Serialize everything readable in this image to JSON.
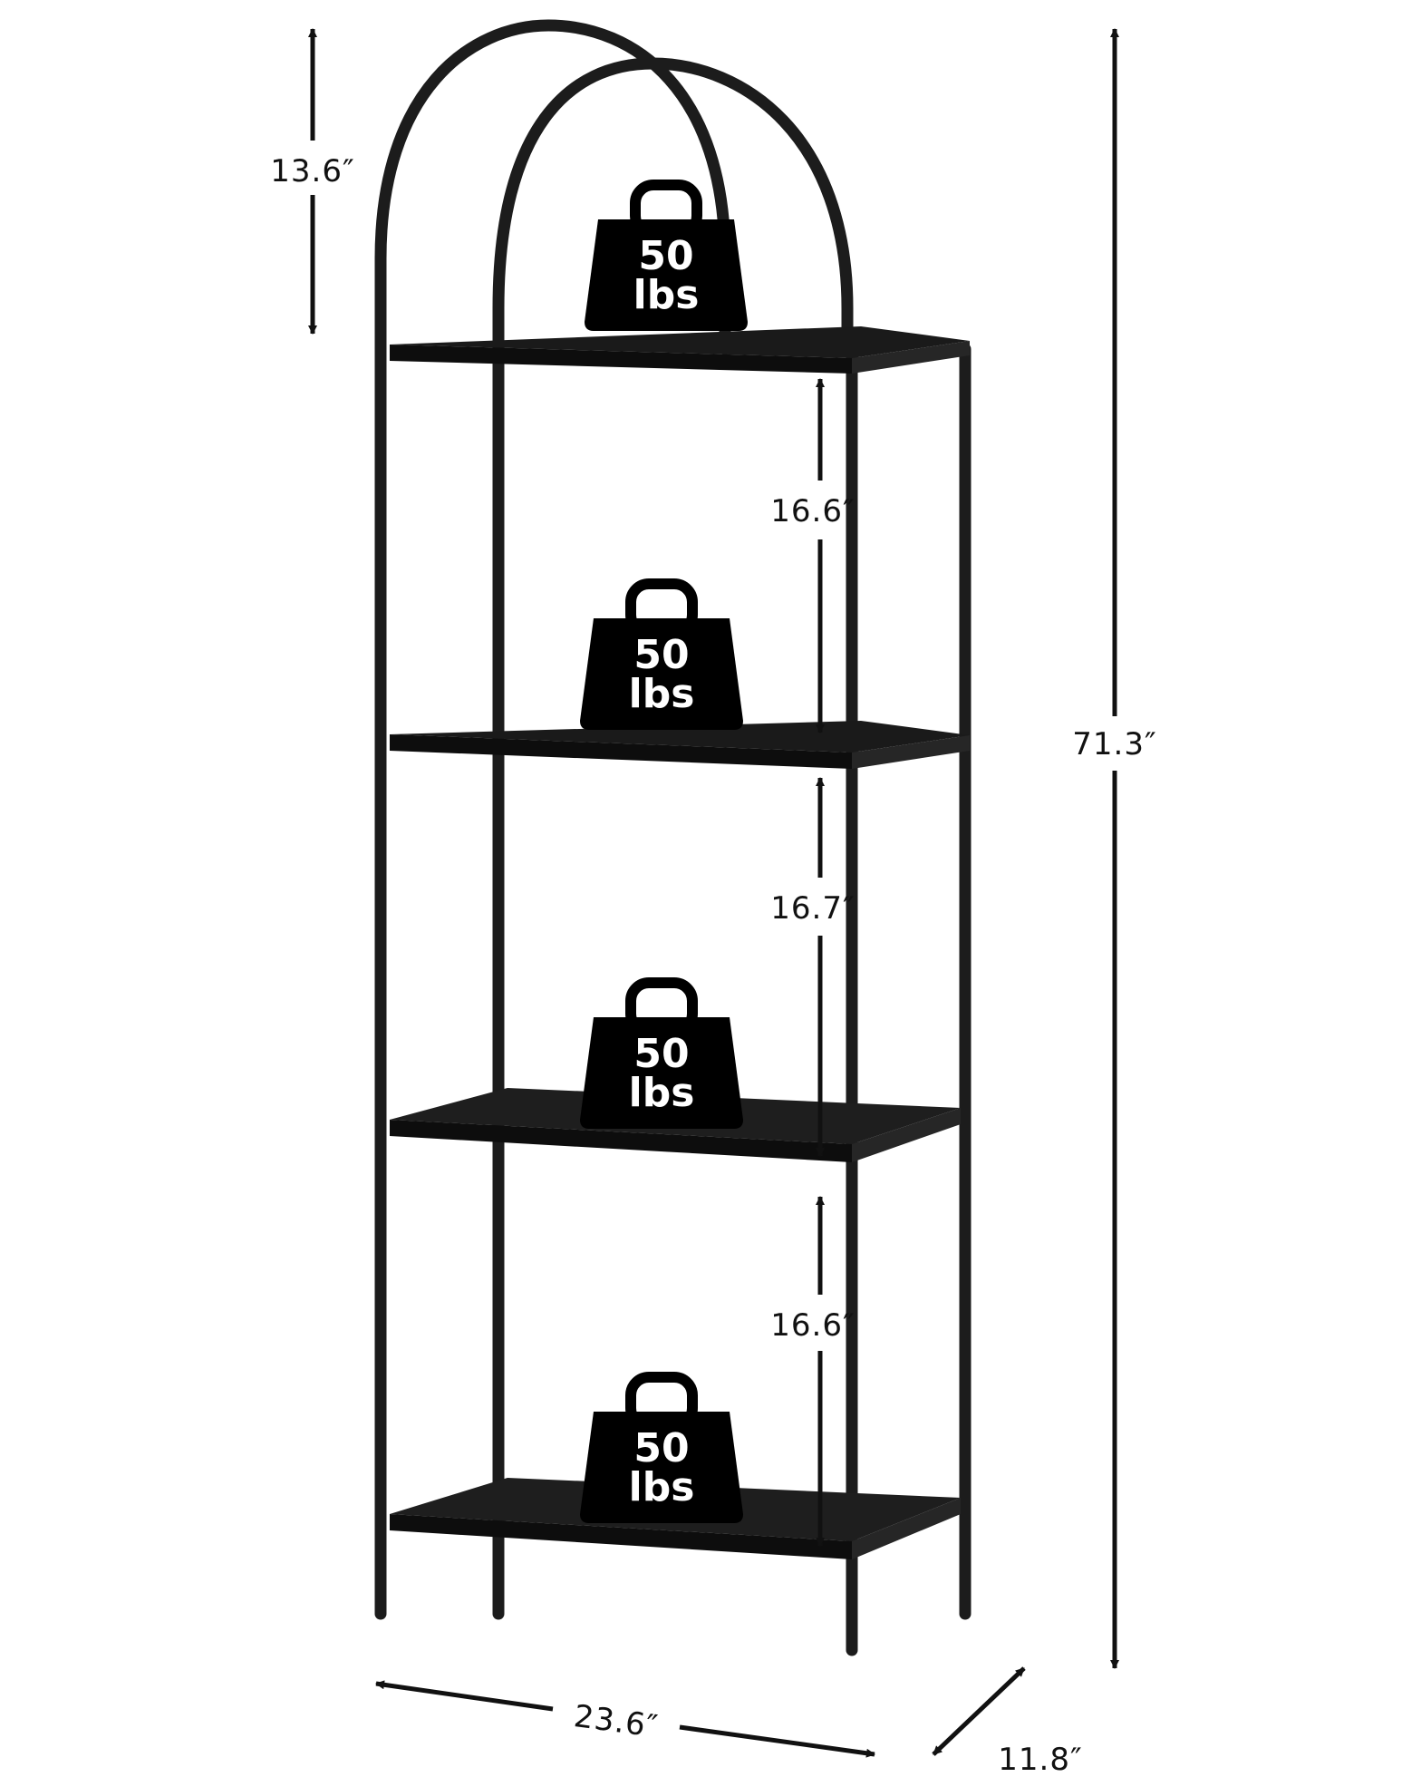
{
  "dimensions": {
    "arch_height": "13.6″",
    "total_height": "71.3″",
    "shelf_gap_1": "16.6″",
    "shelf_gap_2": "16.7″",
    "shelf_gap_3": "16.6″",
    "width": "23.6″",
    "depth": "11.8″"
  },
  "weights": [
    {
      "value": "50",
      "unit": "lbs"
    },
    {
      "value": "50",
      "unit": "lbs"
    },
    {
      "value": "50",
      "unit": "lbs"
    },
    {
      "value": "50",
      "unit": "lbs"
    }
  ],
  "colors": {
    "frame": "#1c1c1c",
    "shelf": "#1a1a1a",
    "weight": "#000000",
    "dimension": "#111111"
  }
}
